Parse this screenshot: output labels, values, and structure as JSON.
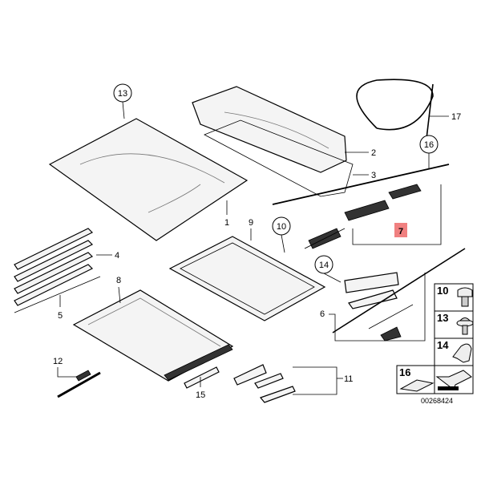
{
  "diagram": {
    "callouts": {
      "p1": "1",
      "p2": "2",
      "p3": "3",
      "p4": "4",
      "p5": "5",
      "p6": "6",
      "p7": "7",
      "p8": "8",
      "p9": "9",
      "p10": "10",
      "p11": "11",
      "p12": "12",
      "p13": "13",
      "p14": "14",
      "p15": "15",
      "p16": "16",
      "p17": "17"
    },
    "highlight_color": "#f08080",
    "legend": [
      {
        "number": "10",
        "icon": "screw-icon"
      },
      {
        "number": "13",
        "icon": "collar-screw-icon"
      },
      {
        "number": "14",
        "icon": "clip-icon"
      },
      {
        "number": "16",
        "icon": "grease-arrow-icon"
      }
    ],
    "image_code": "00268424"
  }
}
